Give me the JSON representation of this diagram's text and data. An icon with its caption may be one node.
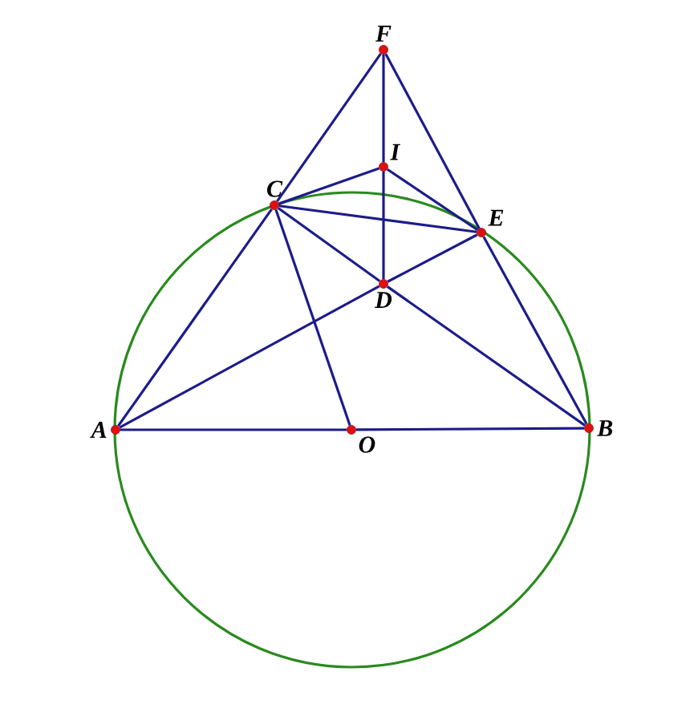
{
  "diagram": {
    "nodes": [
      {
        "text": [
          "F"
        ]
      },
      {
        "text": [
          "I"
        ]
      },
      {
        "text": [
          "C"
        ]
      },
      {
        "text": [
          "E"
        ]
      },
      {
        "text": [
          "D"
        ]
      },
      {
        "text": [
          "A"
        ]
      },
      {
        "text": [
          "O"
        ]
      },
      {
        "text": [
          "B"
        ]
      }
    ],
    "edges": [
      {
        "from": 0,
        "to": 2,
        "arrow": "none"
      },
      {
        "from": 2,
        "to": 5,
        "arrow": "none"
      },
      {
        "from": 0,
        "to": 1,
        "arrow": "none"
      },
      {
        "from": 1,
        "to": 4,
        "arrow": "none"
      },
      {
        "from": 0,
        "to": 3,
        "arrow": "none"
      },
      {
        "from": 3,
        "to": 7,
        "arrow": "none"
      },
      {
        "from": 2,
        "to": 1,
        "arrow": "none"
      },
      {
        "from": 1,
        "to": 3,
        "arrow": "none"
      },
      {
        "from": 2,
        "to": 3,
        "arrow": "none"
      },
      {
        "from": 2,
        "to": 4,
        "arrow": "none"
      },
      {
        "from": 4,
        "to": 7,
        "arrow": "none"
      },
      {
        "from": 5,
        "to": 4,
        "arrow": "none"
      },
      {
        "from": 4,
        "to": 3,
        "arrow": "none"
      },
      {
        "from": 2,
        "to": 6,
        "arrow": "none"
      },
      {
        "from": 5,
        "to": 6,
        "arrow": "none"
      },
      {
        "from": 6,
        "to": 7,
        "arrow": "none"
      }
    ]
  }
}
